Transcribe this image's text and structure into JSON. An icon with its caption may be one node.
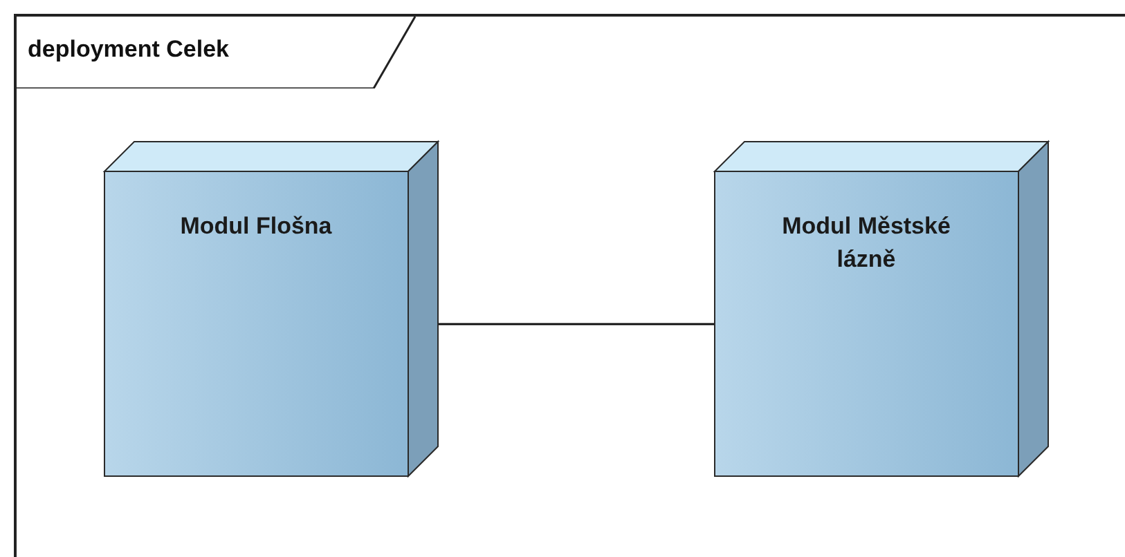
{
  "diagram": {
    "nodes": [
      {
        "text": [
          "deployment Celek"
        ]
      },
      {
        "text": [
          "Modul Flošna"
        ],
        "in": 0
      },
      {
        "text": [
          "Modul Městské lázně"
        ],
        "in": 0
      }
    ],
    "edges": [
      {
        "from": 1,
        "to": 2,
        "arrow": "none"
      }
    ]
  }
}
